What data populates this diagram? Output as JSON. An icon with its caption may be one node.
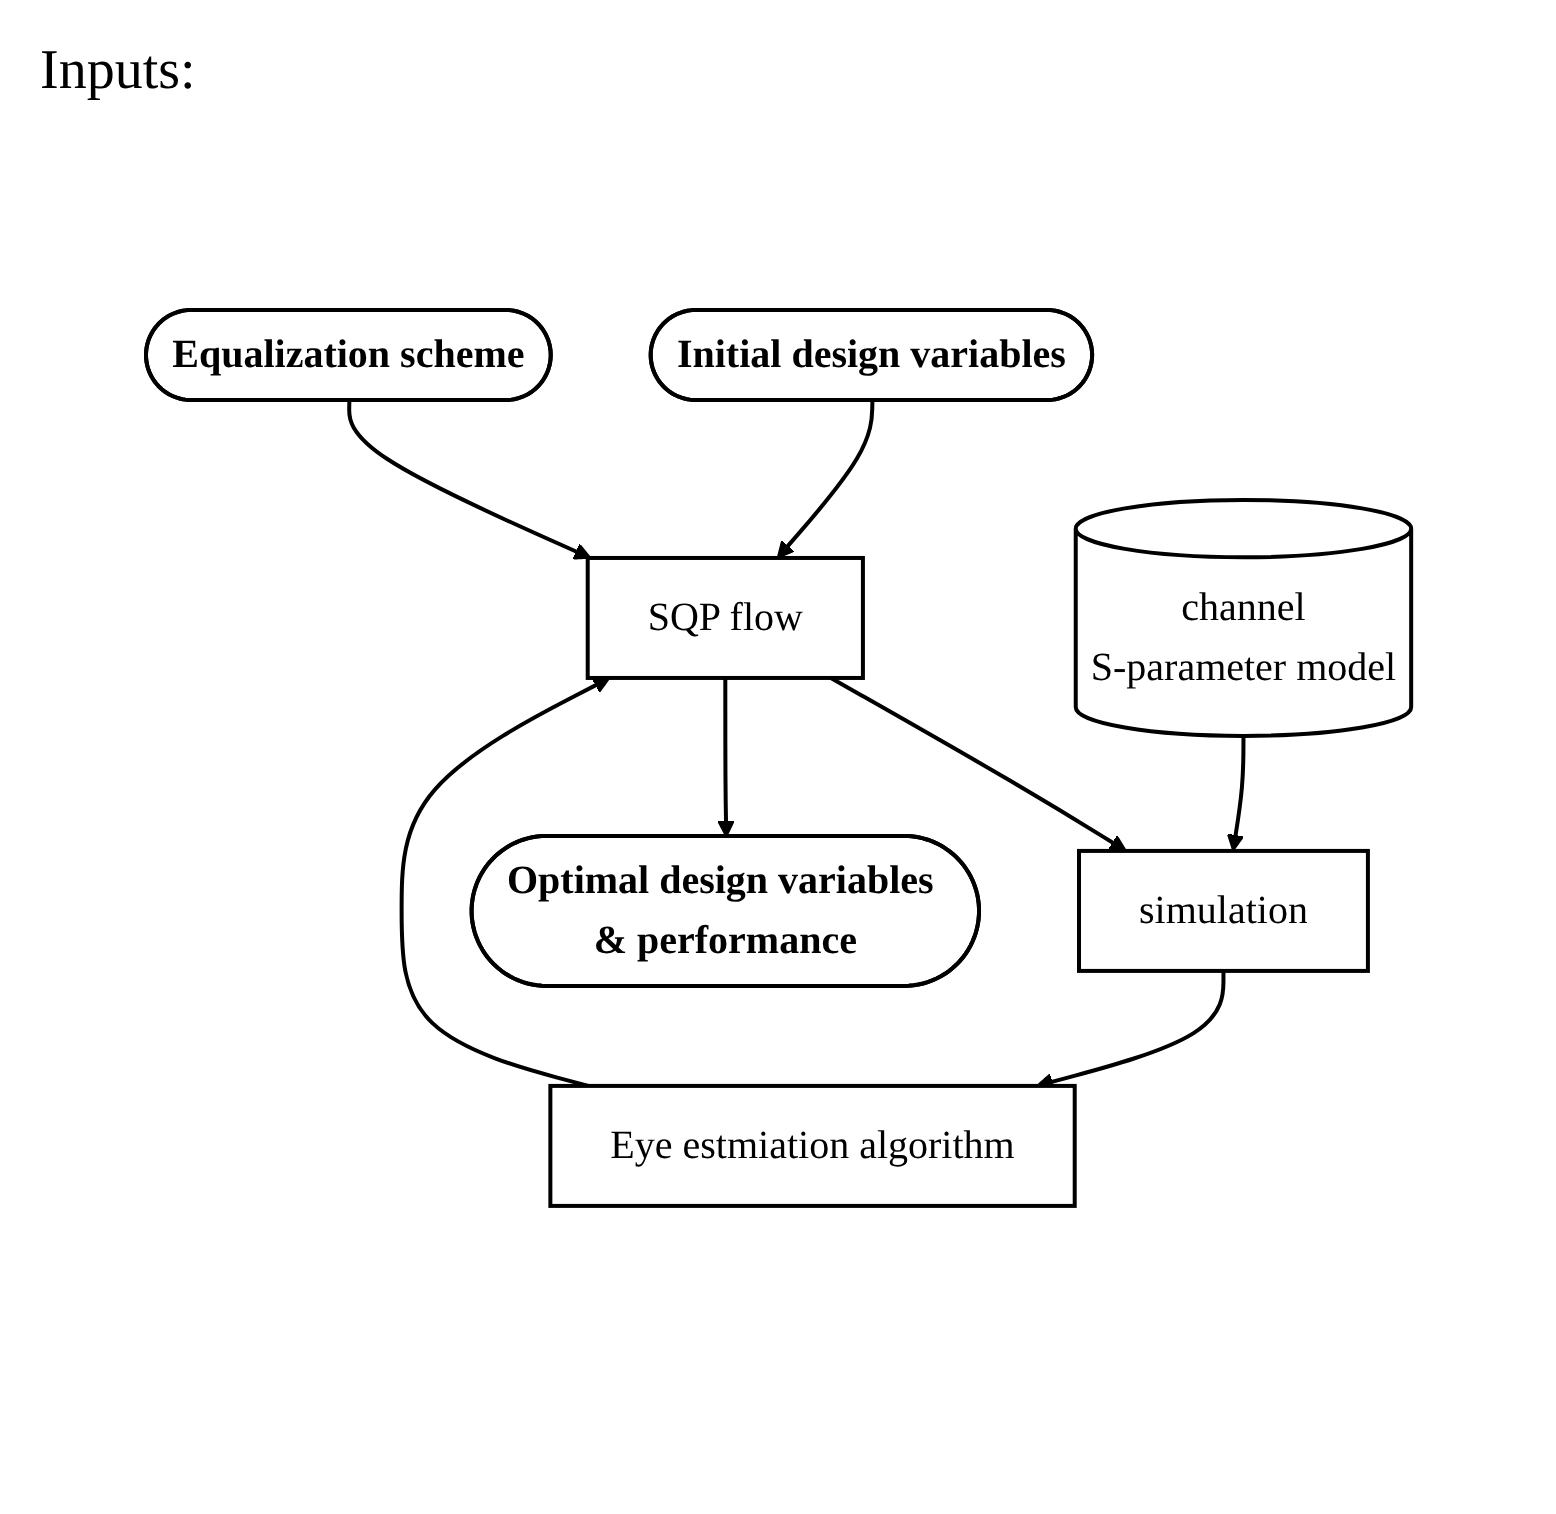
{
  "diagram": {
    "nodes": [
      {
        "text": [
          "Initial design variables"
        ]
      },
      {
        "text": [
          "Equalization scheme"
        ]
      },
      {
        "text": [
          "SQP flow"
        ]
      },
      {
        "text": [
          "Eye estmiation algorithm"
        ]
      },
      {
        "text": [
          "simulation"
        ]
      },
      {
        "text": [
          "Optimal design variables & performance"
        ]
      },
      {
        "text": [
          "channel",
          "S-parameter model"
        ]
      }
    ],
    "edges": [
      {
        "from": 0,
        "to": 2,
        "arrow": "to"
      },
      {
        "from": 1,
        "to": 2,
        "arrow": "to"
      },
      {
        "from": 3,
        "to": 2,
        "arrow": "to"
      },
      {
        "from": 2,
        "to": 4,
        "arrow": "to"
      },
      {
        "from": 4,
        "to": 3,
        "arrow": "to"
      },
      {
        "from": 2,
        "to": 5,
        "arrow": "to"
      },
      {
        "from": 6,
        "to": 4,
        "arrow": "to"
      }
    ],
    "labels": [
      "Inputs:"
    ]
  }
}
